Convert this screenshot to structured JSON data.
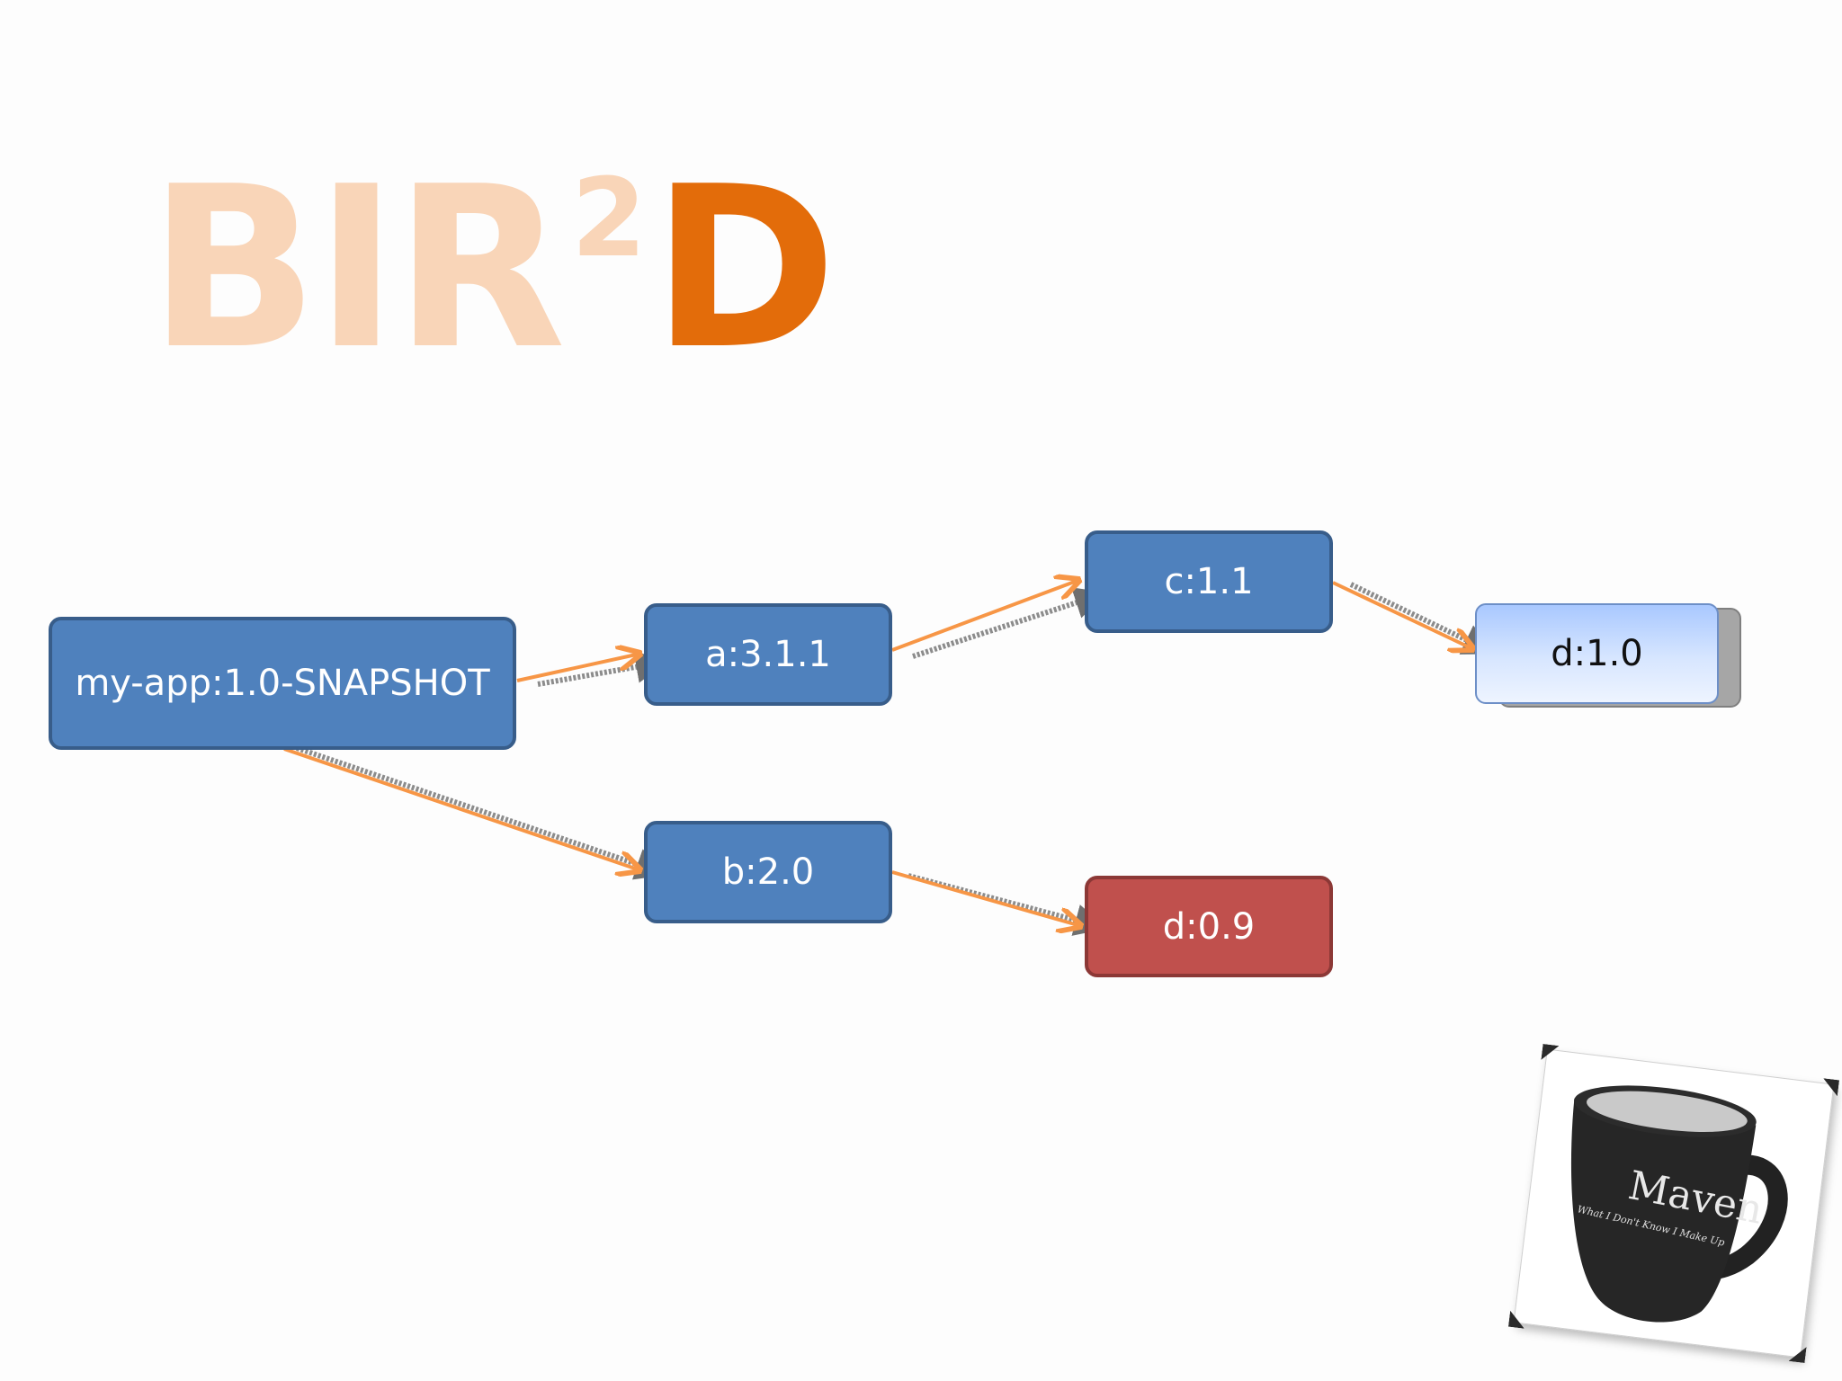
{
  "title": {
    "prefix": "BIR",
    "superscript": "2",
    "suffix": "D",
    "colors": {
      "faded": "#f9d5b8",
      "strong": "#e36c0a"
    }
  },
  "nodes": {
    "root": "my-app:1.0-SNAPSHOT",
    "a": "a:3.1.1",
    "b": "b:2.0",
    "c": "c:1.1",
    "d10": "d:1.0",
    "d09": "d:0.9"
  },
  "edges": [
    {
      "from": "my-app:1.0-SNAPSHOT",
      "to": "a:3.1.1"
    },
    {
      "from": "a:3.1.1",
      "to": "c:1.1"
    },
    {
      "from": "c:1.1",
      "to": "d:1.0"
    },
    {
      "from": "my-app:1.0-SNAPSHOT",
      "to": "b:2.0"
    },
    {
      "from": "b:2.0",
      "to": "d:0.9"
    }
  ],
  "colors": {
    "node_blue": "#4f81bd",
    "node_red": "#c0504d",
    "node_light": "#c6dbff",
    "edge_orange": "#f79646",
    "edge_gray": "#8c8c8c"
  },
  "logo": {
    "name": "Maven",
    "tagline": "What I Don't Know I Make Up"
  }
}
